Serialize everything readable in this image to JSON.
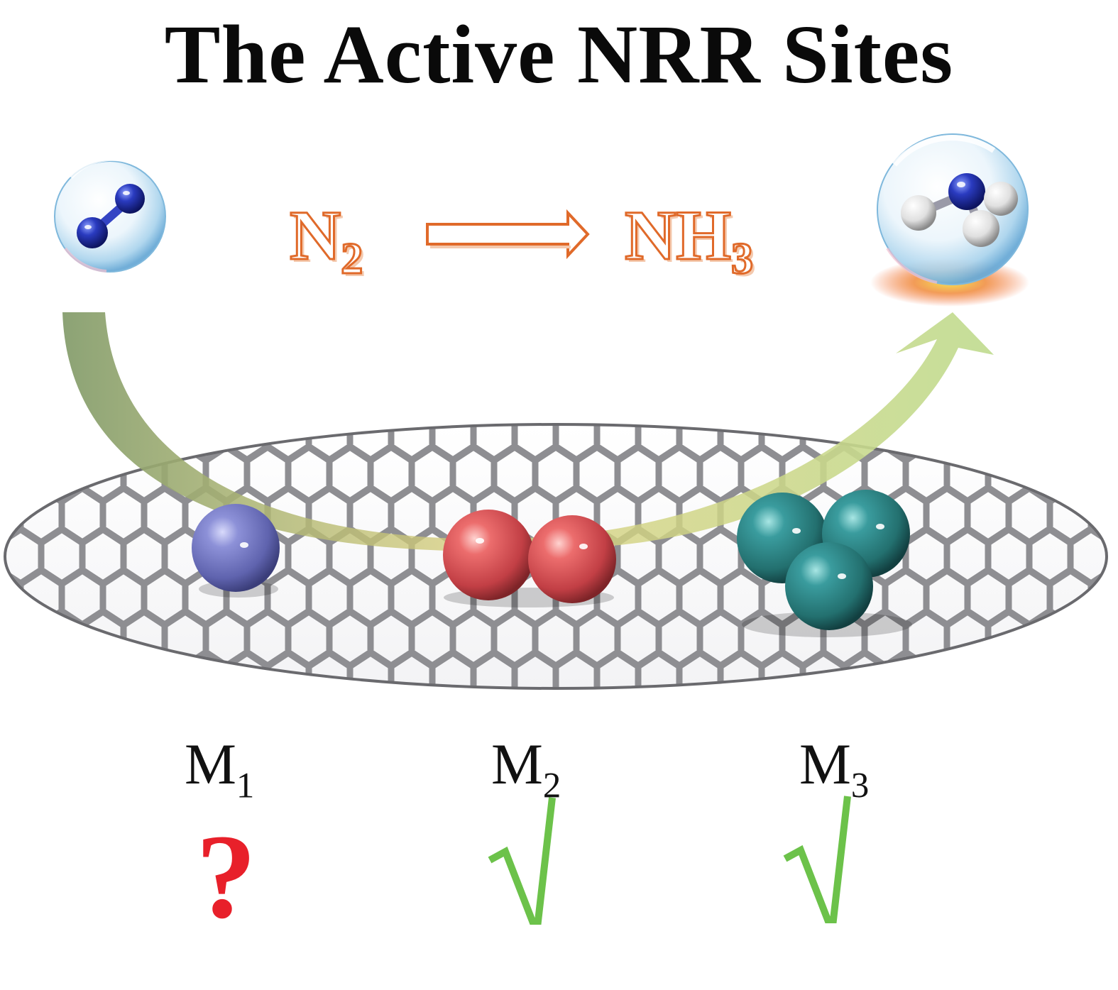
{
  "title": "The Active NRR Sites",
  "reaction": {
    "reactant_symbol": "N",
    "reactant_subscript": "2",
    "product_symbol": "NH",
    "product_subscript": "3"
  },
  "sites": [
    {
      "symbol": "M",
      "subscript": "1",
      "verdict": "?",
      "verdict_color": "#e8202a"
    },
    {
      "symbol": "M",
      "subscript": "2",
      "verdict": "check-icon",
      "verdict_color": "#6cc24a"
    },
    {
      "symbol": "M",
      "subscript": "3",
      "verdict": "check-icon",
      "verdict_color": "#6cc24a"
    }
  ],
  "colors": {
    "formula_orange": "#e06a2a",
    "m1_atom": "#7b7fc8",
    "m2_atom": "#e0545a",
    "m3_atom": "#2f8a8c",
    "nitrogen_atom": "#1f2fa0",
    "hydrogen_atom": "#f2f2f2",
    "graphene": "#8e8e92",
    "arrow_start": "#8fa876",
    "arrow_end": "#c6de98"
  }
}
